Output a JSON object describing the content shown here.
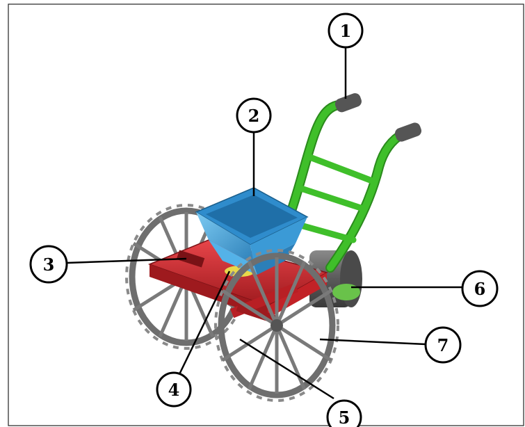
{
  "colors": {
    "handle": "#3fbf2a",
    "handle_dark": "#2a8a1c",
    "grip": "#555555",
    "hopper": "#44a8e0",
    "hopper_dark": "#2c7fb8",
    "frame": "#d8262b",
    "frame_dark": "#9e1a1e",
    "wheel": "#8a8a8a",
    "wheel_dark": "#5a5a5a",
    "roller": "#6b6b6b",
    "roller_green": "#69c24a",
    "dispenser": "#e8d84a"
  },
  "callouts": [
    {
      "label": "1"
    },
    {
      "label": "2"
    },
    {
      "label": "3"
    },
    {
      "label": "4"
    },
    {
      "label": "5"
    },
    {
      "label": "6"
    },
    {
      "label": "7"
    }
  ]
}
